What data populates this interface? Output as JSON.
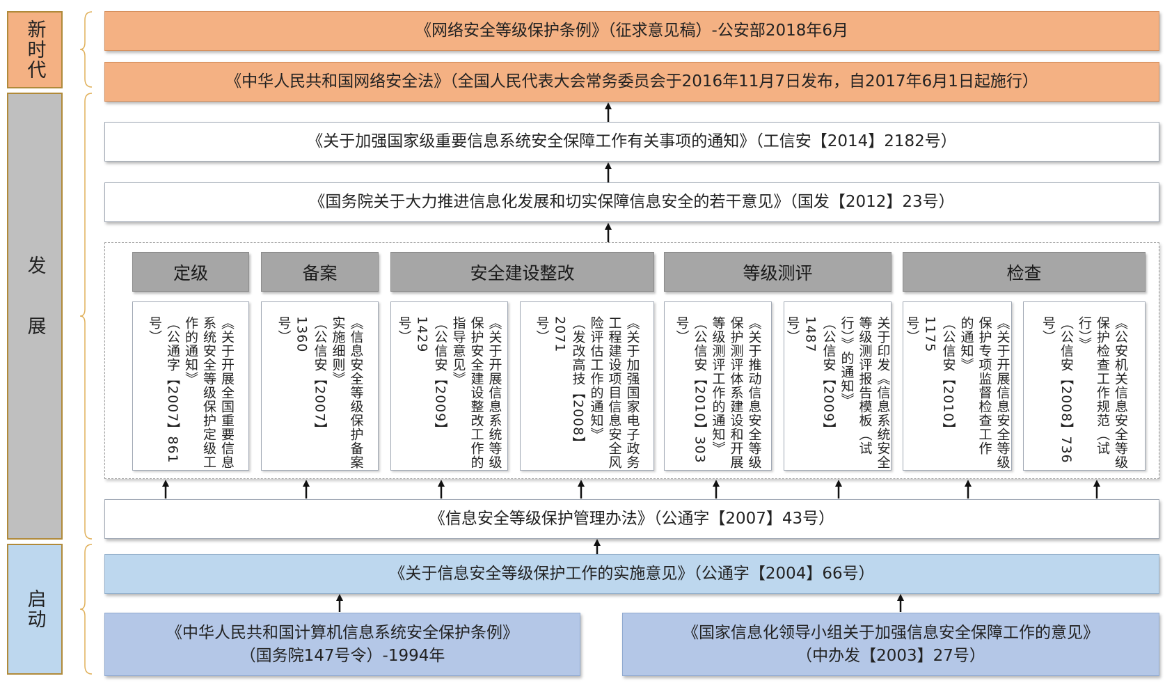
{
  "phases": {
    "new_era": "新时代",
    "development": "发展",
    "start": "启动"
  },
  "top": {
    "regulation_2018": "《网络安全等级保护条例》（征求意见稿）-公安部2018年6月",
    "cybersecurity_law": "《中华人民共和国网络安全法》（全国人民代表大会常务委员会于2016年11月7日发布，自2017年6月1日起施行）"
  },
  "middle": {
    "notice_2014": "《关于加强国家级重要信息系统安全保障工作有关事项的通知》（工信安【2014】2182号）",
    "opinion_2012": "《国务院关于大力推进信息化发展和切实保障信息安全的若干意见》（国发【2012】23号）"
  },
  "categories": [
    "定级",
    "备案",
    "安全建设整改",
    "等级测评",
    "检查"
  ],
  "documents": [
    "《关于开展全国重要信息\n系统安全等级保护定级工\n作的通知》\n（公通字【2007】861号）",
    "《信息安全等级保护备案\n实施细则》\n（公信安【2007】1360\n号）",
    "《关于开展信息系统等级\n保护安全建设整改工作的\n指导意见》\n（公信安【2009】1429\n号）",
    "《关于加强国家电子政务\n工程建设项目信息安全风\n险评估工作的通知》\n（发改高技【2008】2071\n号）",
    "《关于推动信息安全等级\n保护测评体系建设和开展\n等级测评工作的通知》\n（公信安【2010】303号）",
    "关于印发《信息系统安全\n等级测评报告模板（试\n行）》的通知》\n（公信安【2009】1487\n号）",
    "《关于开展信息安全等级\n保护专项监督检查工作\n的通知》\n（公信安【2010】1175\n号）",
    "《公安机关信息安全等级\n保护检查工作规范（试\n行）》\n（公信安【2008】736号）"
  ],
  "management": "《信息安全等级保护管理办法》（公通字【2007】43号）",
  "implementation": "《关于信息安全等级保护工作的实施意见》（公通字【2004】66号）",
  "origins": {
    "regulation_1994": "《中华人民共和国计算机信息系统安全保护条例》\n（国务院147号令）-1994年",
    "opinion_2003": "《国家信息化领导小组关于加强信息安全保障工作的意见》\n（中办发【2003】27号）"
  },
  "colors": {
    "new_era": "#f4b183",
    "development": "#bfbfbf",
    "start": "#bdd7ee",
    "category_header": "#a6a6a6"
  }
}
